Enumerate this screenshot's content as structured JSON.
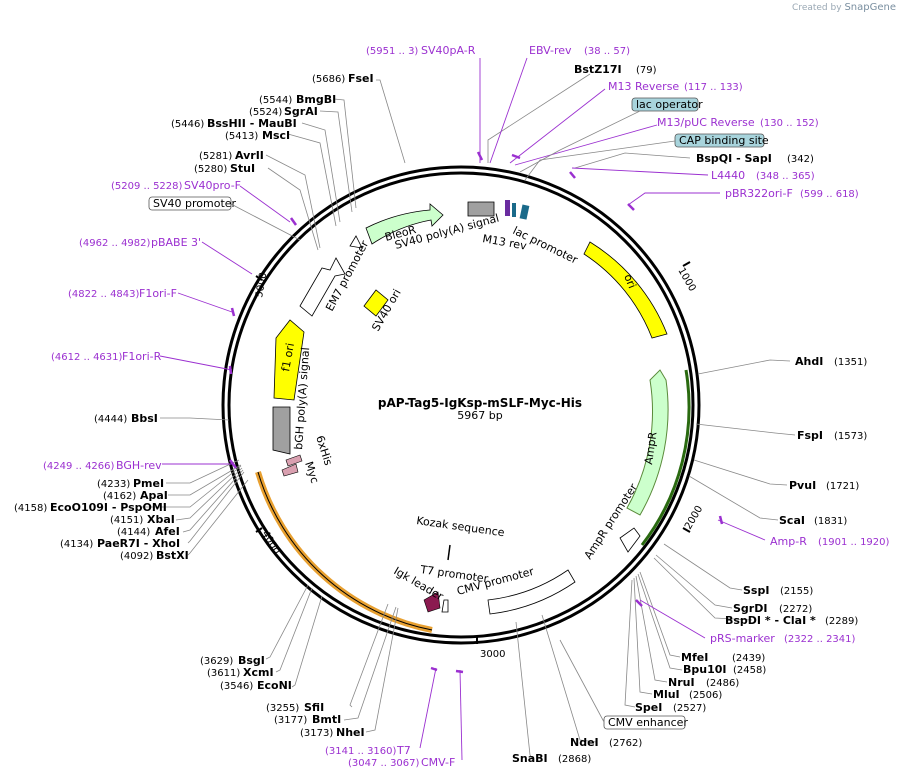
{
  "title": "pAP-Tag5-IgKsp-mSLF-Myc-His",
  "length": "5967 bp",
  "watermark": {
    "created_by": "Created by",
    "brand": "SnapGene"
  },
  "ticks": [
    "1000",
    "2000",
    "3000",
    "4000",
    "5000"
  ],
  "sites": [
    {
      "name": "BstZ17I",
      "pos": "(79)"
    },
    {
      "name": "BspQI - SapI",
      "pos": "(342)"
    },
    {
      "name": "AhdI",
      "pos": "(1351)"
    },
    {
      "name": "FspI",
      "pos": "(1573)"
    },
    {
      "name": "PvuI",
      "pos": "(1721)"
    },
    {
      "name": "ScaI",
      "pos": "(1831)"
    },
    {
      "name": "SspI",
      "pos": "(2155)"
    },
    {
      "name": "SgrDI",
      "pos": "(2272)"
    },
    {
      "name": "BspDI * - ClaI *",
      "pos": "(2289)"
    },
    {
      "name": "MfeI",
      "pos": "(2439)"
    },
    {
      "name": "Bpu10I",
      "pos": "(2458)"
    },
    {
      "name": "NruI",
      "pos": "(2486)"
    },
    {
      "name": "MluI",
      "pos": "(2506)"
    },
    {
      "name": "SpeI",
      "pos": "(2527)"
    },
    {
      "name": "NdeI",
      "pos": "(2762)"
    },
    {
      "name": "SnaBI",
      "pos": "(2868)"
    },
    {
      "name": "NheI",
      "pos": "(3173)"
    },
    {
      "name": "BmtI",
      "pos": "(3177)"
    },
    {
      "name": "SfiI",
      "pos": "(3255)"
    },
    {
      "name": "EcoNI",
      "pos": "(3546)"
    },
    {
      "name": "XcmI",
      "pos": "(3611)"
    },
    {
      "name": "BsgI",
      "pos": "(3629)"
    },
    {
      "name": "BstXI",
      "pos": "(4092)"
    },
    {
      "name": "PaeR7I - XhoI",
      "pos": "(4134)"
    },
    {
      "name": "AfeI",
      "pos": "(4144)"
    },
    {
      "name": "XbaI",
      "pos": "(4151)"
    },
    {
      "name": "EcoO109I - PspOMI",
      "pos": "(4158)"
    },
    {
      "name": "ApaI",
      "pos": "(4162)"
    },
    {
      "name": "PmeI",
      "pos": "(4233)"
    },
    {
      "name": "BbsI",
      "pos": "(4444)"
    },
    {
      "name": "StuI",
      "pos": "(5280)"
    },
    {
      "name": "AvrII",
      "pos": "(5281)"
    },
    {
      "name": "MscI",
      "pos": "(5413)"
    },
    {
      "name": "BssHII - MauBI",
      "pos": "(5446)"
    },
    {
      "name": "SgrAI",
      "pos": "(5524)"
    },
    {
      "name": "BmgBI",
      "pos": "(5544)"
    },
    {
      "name": "FseI",
      "pos": "(5686)"
    }
  ],
  "primers": [
    {
      "name": "SV40pA-R",
      "range": "(5951 .. 3)"
    },
    {
      "name": "EBV-rev",
      "range": "(38 .. 57)"
    },
    {
      "name": "M13 Reverse",
      "range": "(117 .. 133)"
    },
    {
      "name": "M13/pUC Reverse",
      "range": "(130 .. 152)"
    },
    {
      "name": "L4440",
      "range": "(348 .. 365)"
    },
    {
      "name": "pBR322ori-F",
      "range": "(599 .. 618)"
    },
    {
      "name": "Amp-R",
      "range": "(1901 .. 1920)"
    },
    {
      "name": "pRS-marker",
      "range": "(2322 .. 2341)"
    },
    {
      "name": "T7",
      "range": "(3141 .. 3160)"
    },
    {
      "name": "CMV-F",
      "range": "(3047 .. 3067)"
    },
    {
      "name": "BGH-rev",
      "range": "(4249 .. 4266)"
    },
    {
      "name": "F1ori-R",
      "range": "(4612 .. 4631)"
    },
    {
      "name": "F1ori-F",
      "range": "(4822 .. 4843)"
    },
    {
      "name": "pBABE 3'",
      "range": "(4962 .. 4982)"
    },
    {
      "name": "SV40pro-F",
      "range": "(5209 .. 5228)"
    }
  ],
  "boxed_labels": [
    {
      "text": "lac operator",
      "color": "#a8d4dc"
    },
    {
      "text": "CAP binding site",
      "color": "#a8d4dc"
    },
    {
      "text": "SV40 promoter",
      "color": "#ffffff"
    },
    {
      "text": "CMV enhancer",
      "color": "#ffffff"
    }
  ],
  "features": [
    {
      "name": "ori",
      "color": "#ffff00"
    },
    {
      "name": "AmpR",
      "color": "#ccffcc"
    },
    {
      "name": "AmpR promoter",
      "color": "#ffffff"
    },
    {
      "name": "CMV promoter",
      "color": "#ffffff"
    },
    {
      "name": "T7 promoter",
      "color": "#ffffff"
    },
    {
      "name": "Igk leader",
      "color": "#8b1a50"
    },
    {
      "name": "Kozak sequence",
      "color": "#000000"
    },
    {
      "name": "Myc",
      "color": "#d9a0b0"
    },
    {
      "name": "6xHis",
      "color": "#d9a0b0"
    },
    {
      "name": "bGH poly(A) signal",
      "color": "#a0a0a0"
    },
    {
      "name": "f1 ori",
      "color": "#ffff00"
    },
    {
      "name": "SV40 ori",
      "color": "#ffff00"
    },
    {
      "name": "EM7 promoter",
      "color": "#ffffff"
    },
    {
      "name": "BleoR",
      "color": "#ccffcc"
    },
    {
      "name": "SV40 poly(A) signal",
      "color": "#a0a0a0"
    },
    {
      "name": "M13 rev",
      "color": "#000000"
    },
    {
      "name": "lac promoter",
      "color": "#ffffff"
    }
  ]
}
